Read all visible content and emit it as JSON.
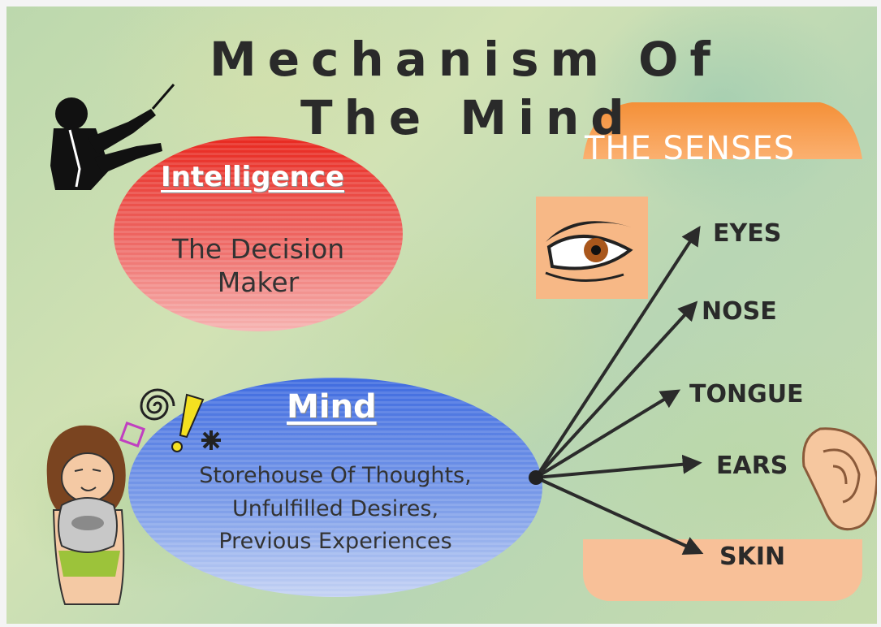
{
  "title": {
    "line1": "Mechanism Of",
    "line2": "The Mind"
  },
  "senses_header": "THE SENSES",
  "intelligence": {
    "title": "Intelligence",
    "lines": [
      "The Decision",
      "Maker"
    ]
  },
  "mind": {
    "title": "Mind",
    "lines": [
      "Storehouse Of Thoughts,",
      "Unfulfilled Desires,",
      "Previous Experiences"
    ]
  },
  "senses": [
    "EYES",
    "NOSE",
    "TONGUE",
    "EARS",
    "SKIN"
  ],
  "colors": {
    "intelligence_oval": "#e84848",
    "mind_oval": "#4f7be0",
    "senses_banner": "#f79a4a",
    "skin_panel": "#f8c098",
    "arrows": "#2b2b2b"
  },
  "icons": [
    "conductor-icon",
    "caveman-icon",
    "eye-icon",
    "ear-icon",
    "spiral-icon",
    "exclamation-icon"
  ]
}
